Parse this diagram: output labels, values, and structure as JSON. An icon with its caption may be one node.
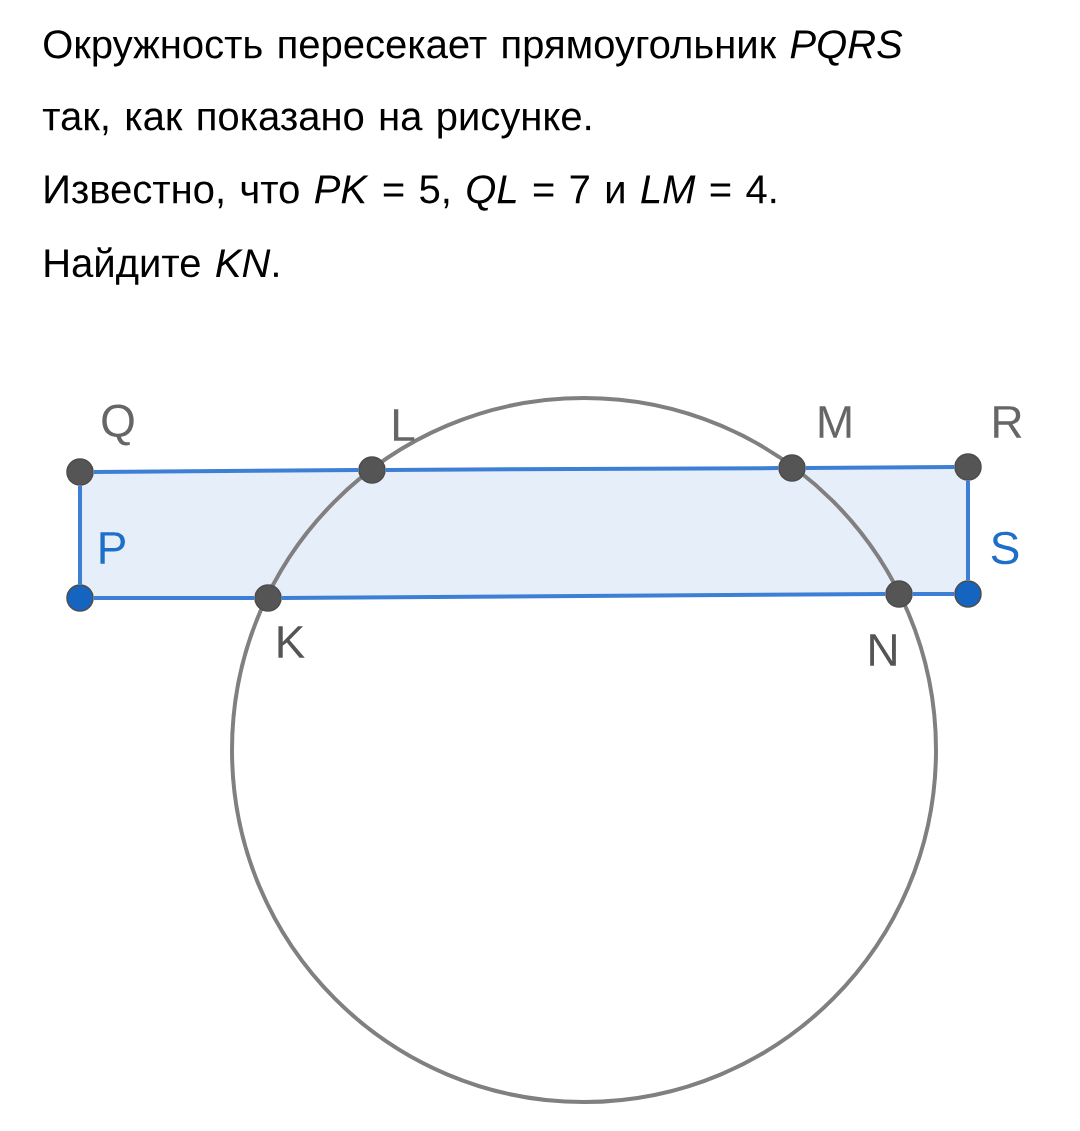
{
  "diagram": {
    "nodes": [
      {
        "text": [],
        "shape": "circle",
        "beside": [
          "Q"
        ]
      },
      {
        "text": [],
        "shape": "circle",
        "beside": [
          "L"
        ]
      },
      {
        "text": [],
        "shape": "circle",
        "beside": [
          "M"
        ]
      },
      {
        "text": [],
        "shape": "circle",
        "beside": [
          "R"
        ]
      },
      {
        "text": [],
        "shape": "circle",
        "beside": [
          "P"
        ]
      },
      {
        "text": [],
        "shape": "circle",
        "beside": [
          "S"
        ]
      },
      {
        "text": [],
        "shape": "circle",
        "beside": [
          "K"
        ]
      },
      {
        "text": [],
        "shape": "circle",
        "beside": [
          "N"
        ]
      }
    ],
    "edges": [
      {
        "from": 0,
        "to": 1,
        "arrow": "none"
      },
      {
        "from": 1,
        "to": 2,
        "arrow": "none"
      },
      {
        "from": 2,
        "to": 3,
        "arrow": "none"
      },
      {
        "from": 3,
        "to": 5,
        "arrow": "none"
      },
      {
        "from": 5,
        "to": 7,
        "arrow": "none"
      },
      {
        "from": 7,
        "to": 6,
        "arrow": "none"
      },
      {
        "from": 6,
        "to": 4,
        "arrow": "none"
      },
      {
        "from": 4,
        "to": 0,
        "arrow": "none"
      }
    ],
    "labels": [
      "Окружность пересекает прямоугольник *PQRS* так, как показано на рисунке.",
      "Известно, что *PK* = 5, *QL* = 7 и *LM* = 4.",
      "Найдите *KN*."
    ]
  }
}
